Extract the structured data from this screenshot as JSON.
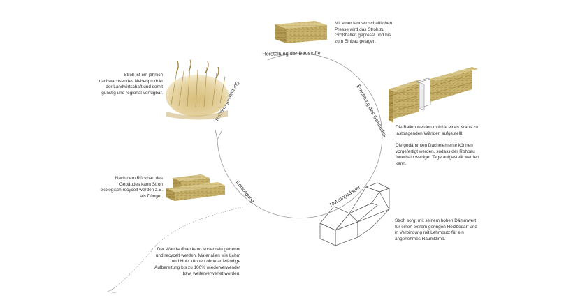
{
  "stages": {
    "manufacturing": "Herstellung der Baustoffe",
    "construction": "Errichtung des Gebäudes",
    "use": "Nutzungsdauer",
    "disposal": "Entsorgung",
    "raw_material": "Rohstoffgewinnung"
  },
  "descriptions": {
    "manufacturing": "Mit einer landwirtschaftlichen\nPresse wird das Stroh zu\nGroßballen gepresst und bis\nzum Einbau gelagert",
    "construction": "Die Ballen werden mithilfe eines Krans zu\nlasttragenden Wänden aufgestellt.\n\nDie gedämmten Dachelemente können\nvorgefertigt werden, sodass der Rohbau\ninnerhalb weniger Tage aufgestellt werden\nkann.",
    "use": "Stroh sorgt mit seinem hohen Dämmwert\nfür einen extrem geringen Heizbedarf und\nin Verbindung mit Lehmputz für ein\nangenehmes Raumklima.",
    "disposal": "Nach dem Rückbau des\nGebäudes kann Stroh\nökologisch recycelt werden z.B.\nals Dünger.",
    "reuse": "Der Wandaufbau kann sortenrein getrennt\nund recycelt werden. Materialien wie Lehm\nund Holz können ohne aufwändige\nAufbereitung bis zu 100% wiederverwendet\nbzw. weiterverwertet werden.",
    "raw_material": "Stroh ist ein jährlich\nnachwachsendes Nebenprodukt\nder Landwirtschaft und somit\ngünstig und regional verfügbar."
  },
  "colors": {
    "straw_top": "#d9c88a",
    "straw_front": "#c9b26a",
    "straw_side": "#b39a52",
    "straw_texture": "#8f7a3a",
    "cycle_line": "#9a9a9a",
    "field_light": "#efe2bd",
    "field_dark": "#d7bd7c"
  },
  "icons": {
    "manufacturing": "straw-bale",
    "construction": "straw-wall-with-window",
    "use": "house-outline",
    "disposal": "stacked-straw-bales",
    "raw_material": "wheat-field"
  }
}
